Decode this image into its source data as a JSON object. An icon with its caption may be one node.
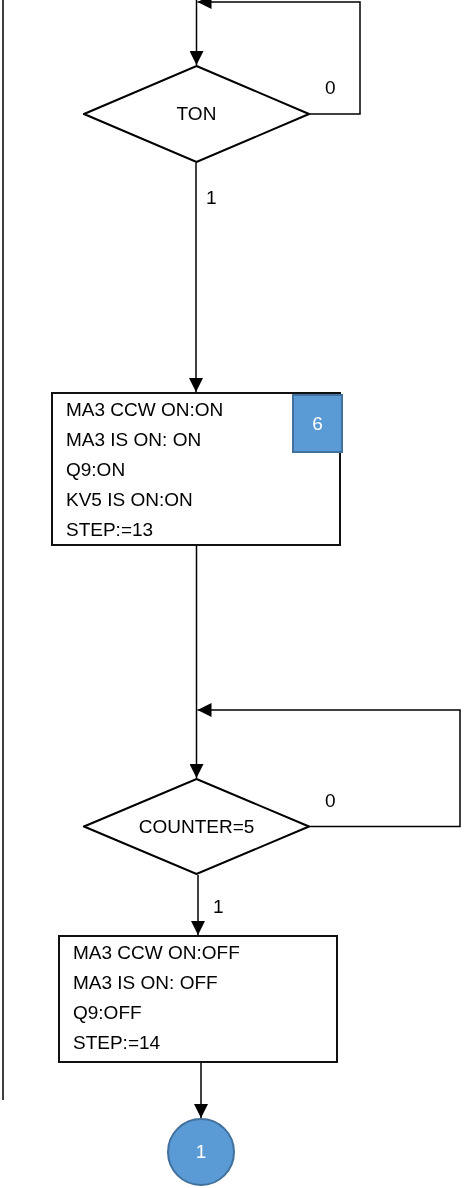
{
  "diagram": {
    "nodes": [
      {
        "text": [
          "TON"
        ]
      },
      {
        "text": [
          "MA3 CCW ON:ON",
          "MA3 IS ON: ON",
          "Q9:ON",
          "KV5 IS ON:ON",
          "STEP:=13"
        ]
      },
      {
        "text": [
          "6"
        ],
        "in": 1
      },
      {
        "text": [
          "COUNTER=5"
        ]
      },
      {
        "text": [
          "MA3 CCW ON:OFF",
          "MA3 IS ON: OFF",
          "Q9:OFF",
          "STEP:=14"
        ]
      },
      {
        "text": [
          "1"
        ]
      }
    ],
    "edges": [
      {
        "from": null,
        "to": 0,
        "arrow": "to"
      },
      {
        "from": 0,
        "to": 0,
        "arrow": "to",
        "label": "0"
      },
      {
        "from": 0,
        "to": 1,
        "arrow": "to",
        "label": "1"
      },
      {
        "from": 1,
        "to": 3,
        "arrow": "to"
      },
      {
        "from": 3,
        "to": 3,
        "arrow": "to",
        "label": "0"
      },
      {
        "from": 3,
        "to": 4,
        "arrow": "to",
        "label": "1"
      },
      {
        "from": 4,
        "to": 5,
        "arrow": "to"
      }
    ]
  }
}
